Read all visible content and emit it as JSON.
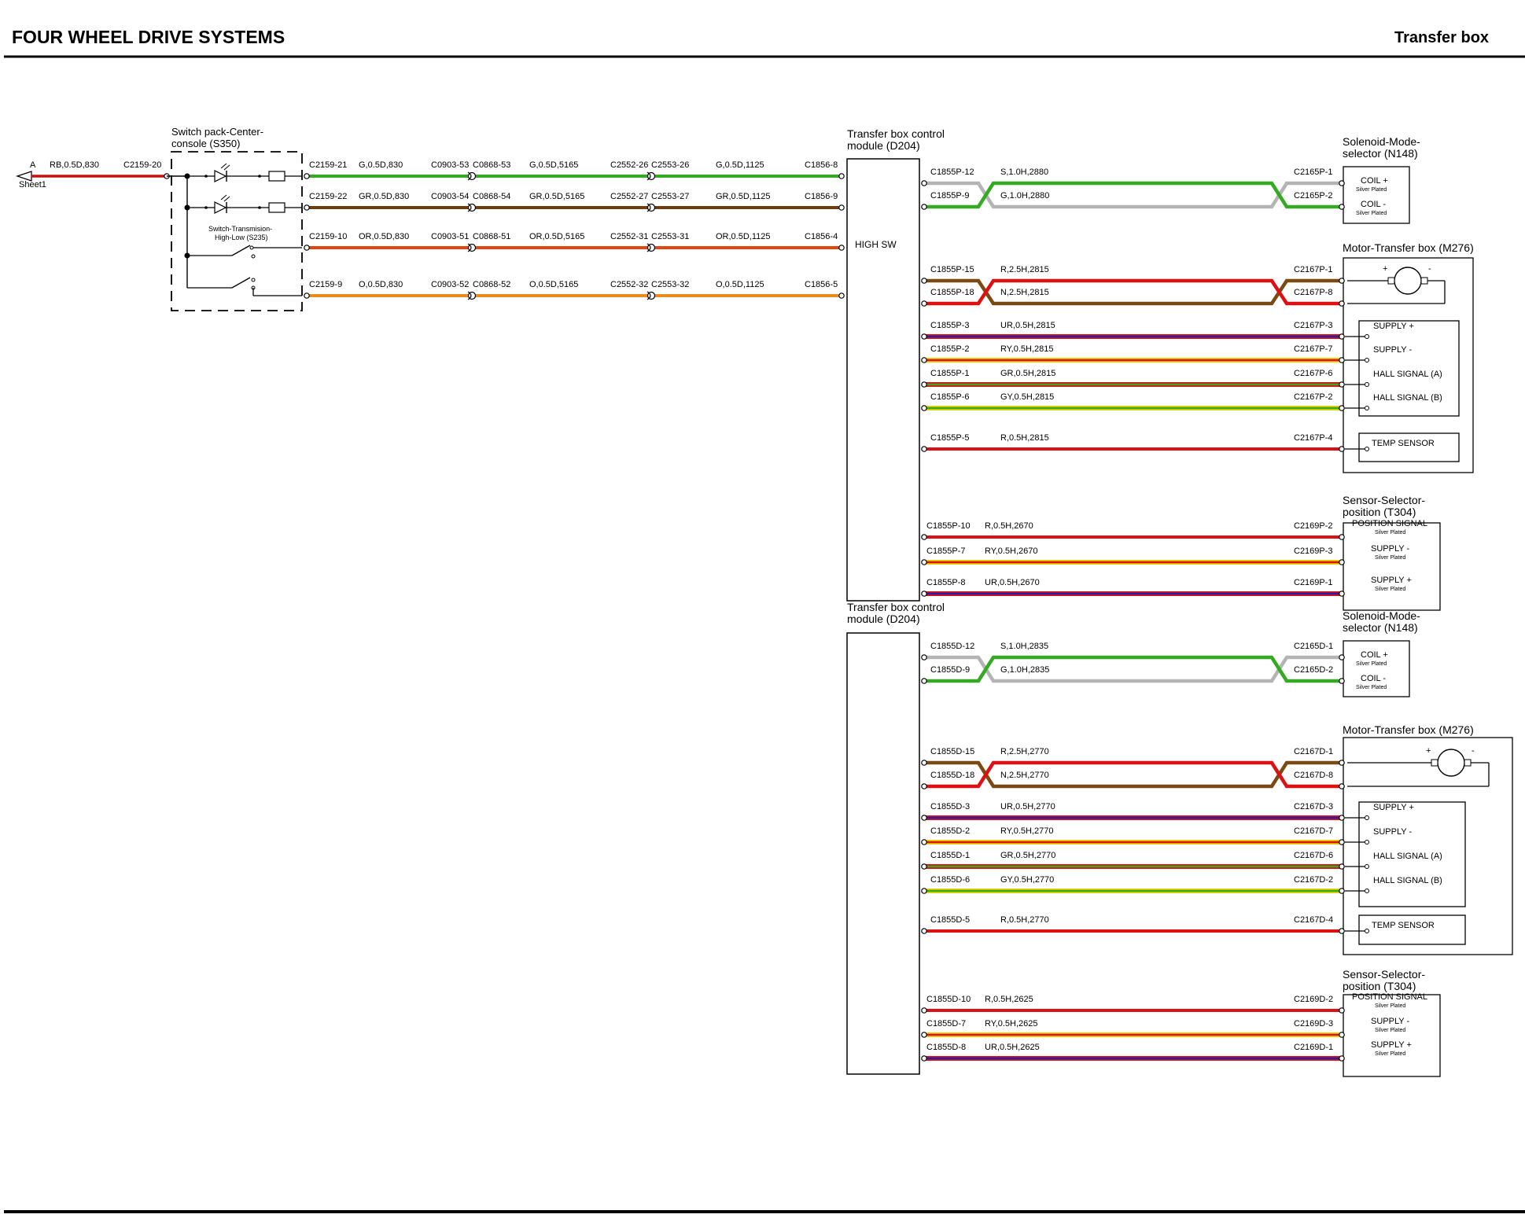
{
  "header": {
    "title": "FOUR WHEEL DRIVE SYSTEMS",
    "section": "Transfer box"
  },
  "colors": {
    "G": "#33aa22",
    "GR": "#6b3f10",
    "OR": "#e04810",
    "O": "#e88c1c",
    "RB": "#c41212",
    "S": "#b4b4b4",
    "R": "#dd1111",
    "N": "#7a4a12",
    "U": "#2020b0",
    "Y": "#e6d200",
    "B": "#1a1a1a"
  },
  "sheet_ref": {
    "letter": "A",
    "label": "Sheet1",
    "wire": "RB,0.5D,830",
    "connector": "C2159-20"
  },
  "switch_pack": {
    "name_line1": "Switch pack-Center-",
    "name_line2": "console (S350)",
    "sub_line1": "Switch-Transmision-",
    "sub_line2": "High-Low (S235)",
    "circuits": [
      {
        "color": "G",
        "c1": "C2159-21",
        "w1": "G,0.5D,830",
        "c2": "C0903-53",
        "c3": "C0868-53",
        "w2": "G,0.5D,5165",
        "c4": "C2552-26",
        "c5": "C2553-26",
        "w3": "G,0.5D,1125",
        "c6": "C1856-8"
      },
      {
        "color": "GR",
        "c1": "C2159-22",
        "w1": "GR,0.5D,830",
        "c2": "C0903-54",
        "c3": "C0868-54",
        "w2": "GR,0.5D,5165",
        "c4": "C2552-27",
        "c5": "C2553-27",
        "w3": "GR,0.5D,1125",
        "c6": "C1856-9"
      },
      {
        "color": "OR",
        "c1": "C2159-10",
        "w1": "OR,0.5D,830",
        "c2": "C0903-51",
        "c3": "C0868-51",
        "w2": "OR,0.5D,5165",
        "c4": "C2552-31",
        "c5": "C2553-31",
        "w3": "OR,0.5D,1125",
        "c6": "C1856-4"
      },
      {
        "color": "O",
        "c1": "C2159-9",
        "w1": "O,0.5D,830",
        "c2": "C0903-52",
        "c3": "C0868-52",
        "w2": "O,0.5D,5165",
        "c4": "C2552-32",
        "c5": "C2553-32",
        "w3": "O,0.5D,1125",
        "c6": "C1856-5"
      }
    ]
  },
  "modules": [
    {
      "title_line1": "Transfer box control",
      "title_line2": "module (D204)",
      "inner_label": "HIGH SW",
      "solenoid": {
        "name_line1": "Solenoid-Mode-",
        "name_line2": "selector (N148)",
        "pins": [
          "COIL +",
          "COIL -"
        ],
        "plating": "Silver Plated",
        "wires": [
          {
            "left": "C1855P-12",
            "label": "S,1.0H,2880",
            "right": "C2165P-1"
          },
          {
            "left": "C1855P-9",
            "label": "G,1.0H,2880",
            "right": "C2165P-2"
          }
        ]
      },
      "motor": {
        "name": "Motor-Transfer box (M276)",
        "plus": "+",
        "minus": "-",
        "cross_wires": [
          {
            "left": "C1855P-15",
            "label": "R,2.5H,2815",
            "right": "C2167P-1"
          },
          {
            "left": "C1855P-18",
            "label": "N,2.5H,2815",
            "right": "C2167P-8"
          }
        ],
        "sensor_wires": [
          {
            "left": "C1855P-3",
            "label": "UR,0.5H,2815",
            "right": "C2167P-3",
            "pin": "SUPPLY +"
          },
          {
            "left": "C1855P-2",
            "label": "RY,0.5H,2815",
            "right": "C2167P-7",
            "pin": "SUPPLY -"
          },
          {
            "left": "C1855P-1",
            "label": "GR,0.5H,2815",
            "right": "C2167P-6",
            "pin": "HALL SIGNAL (A)"
          },
          {
            "left": "C1855P-6",
            "label": "GY,0.5H,2815",
            "right": "C2167P-2",
            "pin": "HALL SIGNAL (B)"
          }
        ],
        "temp_wire": {
          "left": "C1855P-5",
          "label": "R,0.5H,2815",
          "right": "C2167P-4",
          "pin": "TEMP SENSOR"
        }
      },
      "selector": {
        "name_line1": "Sensor-Selector-",
        "name_line2": "position (T304)",
        "plating": "Silver Plated",
        "wires": [
          {
            "left": "C1855P-10",
            "label": "R,0.5H,2670",
            "right": "C2169P-2",
            "pin": "POSITION SIGNAL"
          },
          {
            "left": "C1855P-7",
            "label": "RY,0.5H,2670",
            "right": "C2169P-3",
            "pin": "SUPPLY -"
          },
          {
            "left": "C1855P-8",
            "label": "UR,0.5H,2670",
            "right": "C2169P-1",
            "pin": "SUPPLY +"
          }
        ]
      }
    },
    {
      "title_line1": "Transfer box control",
      "title_line2": "module (D204)",
      "inner_label": "",
      "solenoid": {
        "name_line1": "Solenoid-Mode-",
        "name_line2": "selector (N148)",
        "pins": [
          "COIL +",
          "COIL -"
        ],
        "plating": "Silver Plated",
        "wires": [
          {
            "left": "C1855D-12",
            "label": "S,1.0H,2835",
            "right": "C2165D-1"
          },
          {
            "left": "C1855D-9",
            "label": "G,1.0H,2835",
            "right": "C2165D-2"
          }
        ]
      },
      "motor": {
        "name": "Motor-Transfer box (M276)",
        "plus": "+",
        "minus": "-",
        "cross_wires": [
          {
            "left": "C1855D-15",
            "label": "R,2.5H,2770",
            "right": "C2167D-1"
          },
          {
            "left": "C1855D-18",
            "label": "N,2.5H,2770",
            "right": "C2167D-8"
          }
        ],
        "sensor_wires": [
          {
            "left": "C1855D-3",
            "label": "UR,0.5H,2770",
            "right": "C2167D-3",
            "pin": "SUPPLY +"
          },
          {
            "left": "C1855D-2",
            "label": "RY,0.5H,2770",
            "right": "C2167D-7",
            "pin": "SUPPLY -"
          },
          {
            "left": "C1855D-1",
            "label": "GR,0.5H,2770",
            "right": "C2167D-6",
            "pin": "HALL SIGNAL (A)"
          },
          {
            "left": "C1855D-6",
            "label": "GY,0.5H,2770",
            "right": "C2167D-2",
            "pin": "HALL SIGNAL (B)"
          }
        ],
        "temp_wire": {
          "left": "C1855D-5",
          "label": "R,0.5H,2770",
          "right": "C2167D-4",
          "pin": "TEMP SENSOR"
        }
      },
      "selector": {
        "name_line1": "Sensor-Selector-",
        "name_line2": "position (T304)",
        "plating": "Silver Plated",
        "wires": [
          {
            "left": "C1855D-10",
            "label": "R,0.5H,2625",
            "right": "C2169D-2",
            "pin": "POSITION SIGNAL"
          },
          {
            "left": "C1855D-7",
            "label": "RY,0.5H,2625",
            "right": "C2169D-3",
            "pin": "SUPPLY -"
          },
          {
            "left": "C1855D-8",
            "label": "UR,0.5H,2625",
            "right": "C2169D-1",
            "pin": "SUPPLY +"
          }
        ]
      }
    }
  ]
}
